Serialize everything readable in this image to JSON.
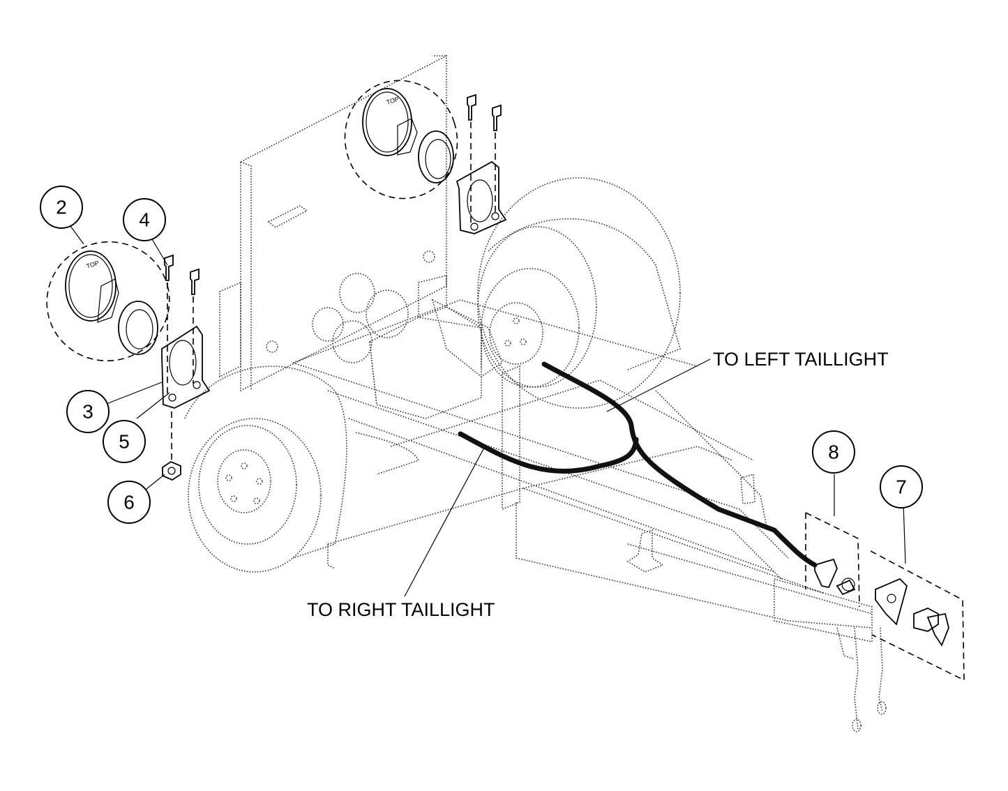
{
  "callouts": [
    "2",
    "3",
    "4",
    "5",
    "6",
    "7",
    "8"
  ],
  "labels": {
    "left_taillight": "TO LEFT TAILLIGHT",
    "right_taillight": "TO RIGHT TAILLIGHT",
    "lamp_top": "TOP"
  }
}
